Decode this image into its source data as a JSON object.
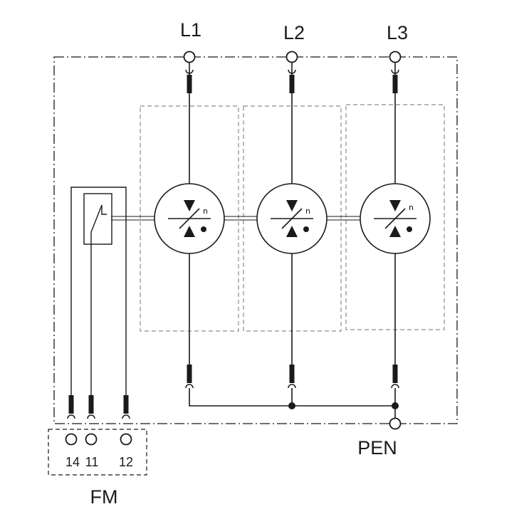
{
  "terminals": {
    "l1": "L1",
    "l2": "L2",
    "l3": "L3",
    "pen": "PEN"
  },
  "module_symbol": "n",
  "fm": {
    "label": "FM",
    "contact_14": "14",
    "contact_11": "11",
    "contact_12": "12"
  },
  "colors": {
    "line": "#1a1a1a",
    "dashed_box": "#8c8c8c"
  }
}
